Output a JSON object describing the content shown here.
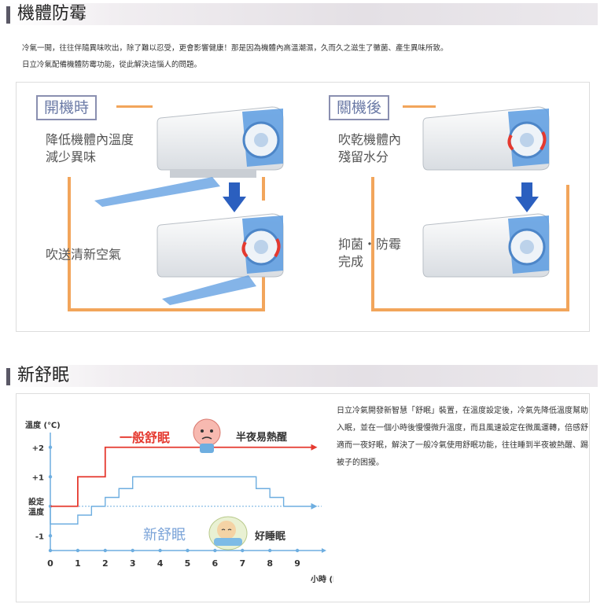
{
  "section1": {
    "title": "機體防霉",
    "intro_line1": "冷氣一開，往往伴隨異味吹出，除了難以忍受，更會影響健康！那是因為機體內高溫潮濕，久而久之滋生了黴菌、產生異味所致。",
    "intro_line2": "日立冷氣配備機體防霉功能，從此解決這惱人的問題。",
    "on": {
      "title": "開機時",
      "step1": "降低機體內溫度\n減少異味",
      "step2": "吹送清新空氣"
    },
    "off": {
      "title": "關機後",
      "step1": "吹乾機體內\n殘留水分",
      "step2": "抑菌・防霉\n完成"
    }
  },
  "section2": {
    "title": "新舒眠",
    "description": "日立冷氣開發新智慧「舒眠」裝置，在溫度設定後，冷氣先降低溫度幫助入眠，並在一個小時後慢慢微升溫度，而且風速設定在微風運轉，倍感舒適而一夜好眠，解決了一般冷氣使用舒眠功能，往往睡到半夜被熱醒、踢被子的困擾。"
  },
  "chart_data": {
    "type": "line",
    "ylabel": "溫度 (℃)",
    "xlabel": "小時 (h)",
    "x_ticks": [
      "0",
      "1",
      "2",
      "3",
      "4",
      "5",
      "6",
      "7",
      "8",
      "9"
    ],
    "y_ticks": [
      {
        "label": "+2",
        "value": 2
      },
      {
        "label": "+1",
        "value": 1
      },
      {
        "label": "設定\n溫度",
        "value": 0
      },
      {
        "label": "-1",
        "value": -1
      }
    ],
    "xlim": [
      0,
      9.6
    ],
    "ylim": [
      -1.5,
      2.5
    ],
    "series": [
      {
        "name": "一般舒眠",
        "note": "半夜易熱醒",
        "color": "#e5392f",
        "x": [
          0,
          1,
          1,
          2,
          2,
          9.5
        ],
        "y": [
          0,
          0,
          1,
          1,
          2,
          2
        ]
      },
      {
        "name": "新舒眠",
        "note": "好睡眠",
        "color": "#6eaee0",
        "x": [
          0,
          0,
          1,
          1,
          1.5,
          1.5,
          2,
          2,
          2.5,
          2.5,
          3,
          3,
          7.5,
          7.5,
          8,
          8,
          8.5,
          8.5,
          9.5
        ],
        "y": [
          0,
          -0.6,
          -0.6,
          -0.3,
          -0.3,
          0,
          0,
          0.3,
          0.3,
          0.6,
          0.6,
          1,
          1,
          0.6,
          0.6,
          0.3,
          0.3,
          0,
          0
        ]
      }
    ],
    "colors": {
      "axis": "#6eaee0",
      "ref_line": "#6eaee0",
      "ticks": "#6eaee0"
    }
  }
}
